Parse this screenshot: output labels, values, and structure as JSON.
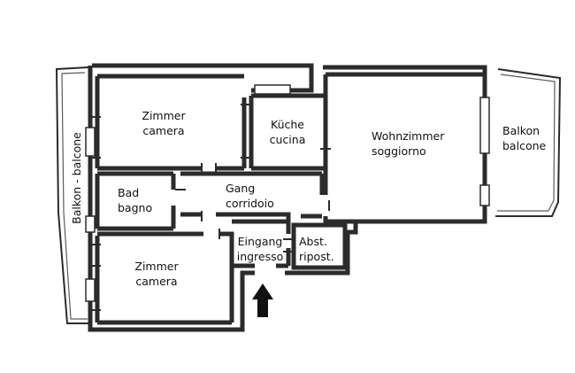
{
  "rooms": {
    "bedroom_top": {
      "line1": "Zimmer",
      "line2": "camera"
    },
    "kitchen": {
      "line1": "Küche",
      "line2": "cucina"
    },
    "living": {
      "line1": "Wohnzimmer",
      "line2": "soggiorno"
    },
    "balcony_right": {
      "line1": "Balkon",
      "line2": "balcone"
    },
    "bathroom": {
      "line1": "Bad",
      "line2": "bagno"
    },
    "hallway": {
      "line1": "Gang",
      "line2": "corridoio"
    },
    "entrance": {
      "line1": "Eingang",
      "line2": "ingresso"
    },
    "storage": {
      "line1": "Abst.",
      "line2": "ripost."
    },
    "bedroom_bottom": {
      "line1": "Zimmer",
      "line2": "camera"
    },
    "balcony_left": {
      "label": "Balkon - balcone"
    }
  },
  "colors": {
    "wall": "#2b2b2b",
    "background": "#ffffff",
    "arrow": "#111111"
  },
  "icons": {
    "entrance_marker": "arrow-up-icon"
  }
}
